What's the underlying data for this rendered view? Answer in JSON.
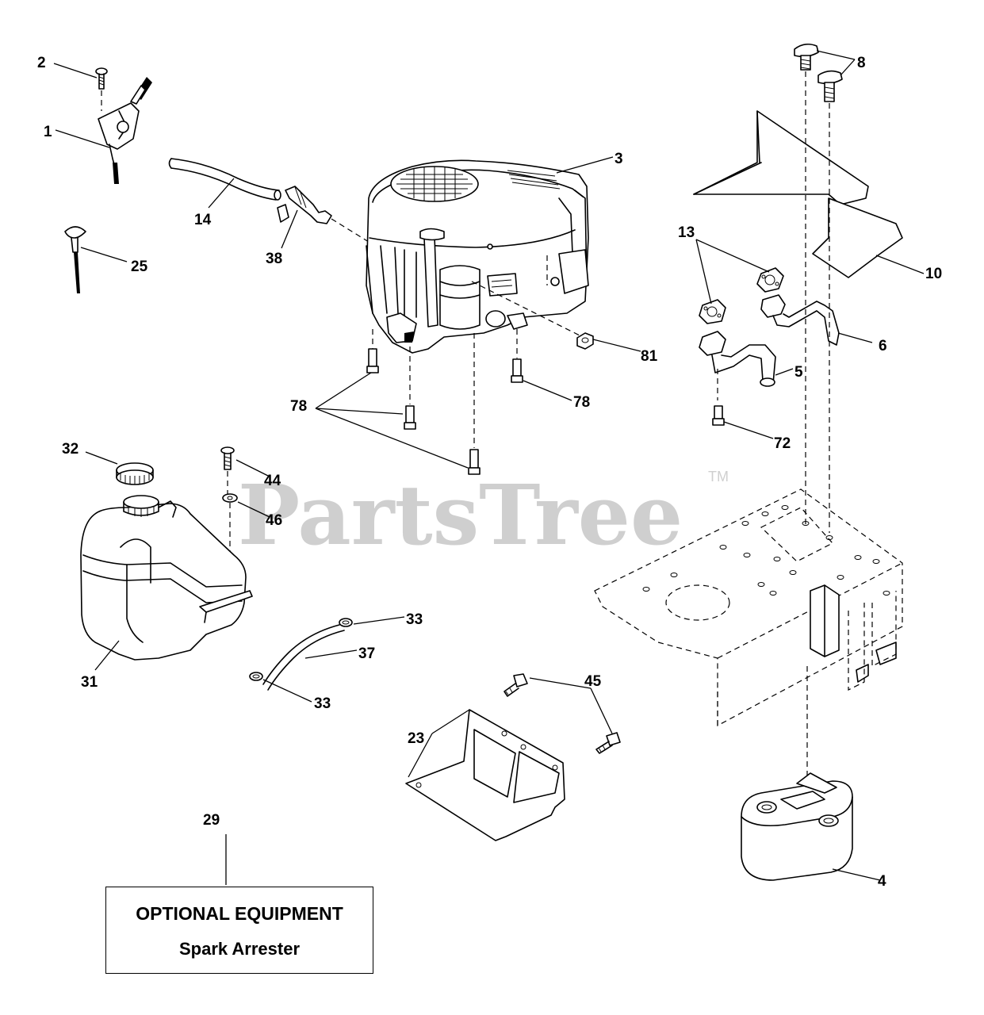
{
  "watermark": {
    "brand": "PartsTree",
    "trademark": "TM"
  },
  "callouts": {
    "c1": "1",
    "c2": "2",
    "c3": "3",
    "c4": "4",
    "c5": "5",
    "c6": "6",
    "c8": "8",
    "c10": "10",
    "c13": "13",
    "c14": "14",
    "c23": "23",
    "c25": "25",
    "c29": "29",
    "c31": "31",
    "c32": "32",
    "c33a": "33",
    "c33b": "33",
    "c37": "37",
    "c38": "38",
    "c44": "44",
    "c45": "45",
    "c46": "46",
    "c72": "72",
    "c78a": "78",
    "c78b": "78",
    "c81": "81"
  },
  "note": {
    "title": "OPTIONAL EQUIPMENT",
    "subtitle": "Spark Arrester"
  }
}
